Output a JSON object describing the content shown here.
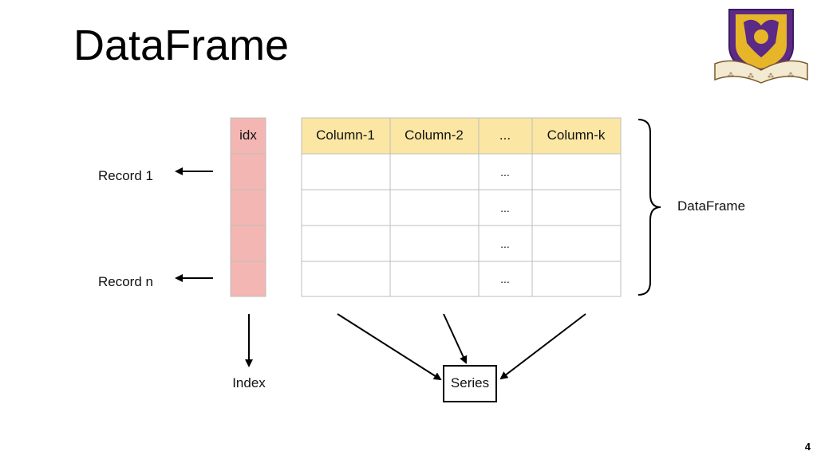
{
  "slide": {
    "title": "DataFrame",
    "page_number": "4"
  },
  "index_column": {
    "header": "idx",
    "header_color": "#f4b6b2",
    "cell_color": "#f4b6b2"
  },
  "table": {
    "headers": [
      "Column-1",
      "Column-2",
      "...",
      "Column-k"
    ],
    "header_color": "#fbe7a3",
    "rows": [
      [
        "",
        "",
        "...",
        ""
      ],
      [
        "",
        "",
        "...",
        ""
      ],
      [
        "",
        "",
        "...",
        ""
      ],
      [
        "",
        "",
        "...",
        ""
      ]
    ]
  },
  "labels": {
    "record_first": "Record 1",
    "record_last": "Record n",
    "brace_label": "DataFrame",
    "index_label": "Index",
    "series_label": "Series"
  },
  "logo": {
    "icon": "university-crest-icon",
    "purple": "#5b2a86",
    "gold": "#e7b628"
  }
}
